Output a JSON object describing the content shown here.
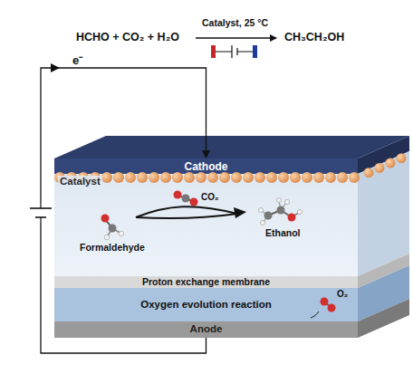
{
  "diagram": {
    "nodes": [
      {
        "text": [
          "Cathode"
        ]
      },
      {
        "text": [
          "Proton exchange membrane"
        ]
      },
      {
        "text": [
          "Oxygen evolution reaction"
        ]
      },
      {
        "text": [
          "Anode"
        ]
      }
    ],
    "edges": [
      {
        "from": 3,
        "to": 0,
        "arrow": "to"
      }
    ],
    "labels": [
      "HCHO + CO₂ + H₂O",
      "Catalyst, 25 °C",
      "CH₃CH₂OH",
      "e⁻",
      "Catalyst",
      "CO₂",
      "Formaldehyde",
      "Ethanol",
      "O₂"
    ]
  }
}
